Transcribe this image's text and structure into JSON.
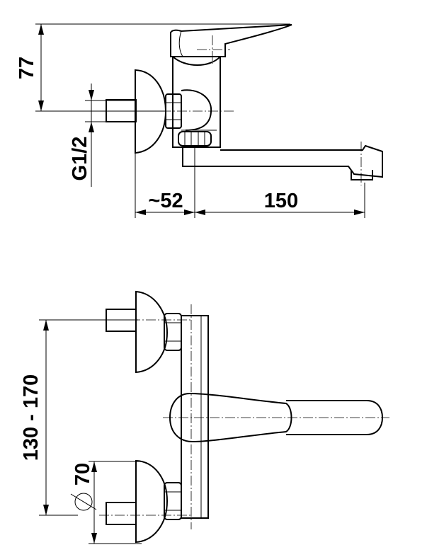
{
  "side_view": {
    "dim_height": "77",
    "dim_thread": "G1/2",
    "dim_offset": "~52",
    "dim_reach": "150"
  },
  "front_view": {
    "dim_spacing": "130 - 170",
    "dim_diameter": "70"
  }
}
